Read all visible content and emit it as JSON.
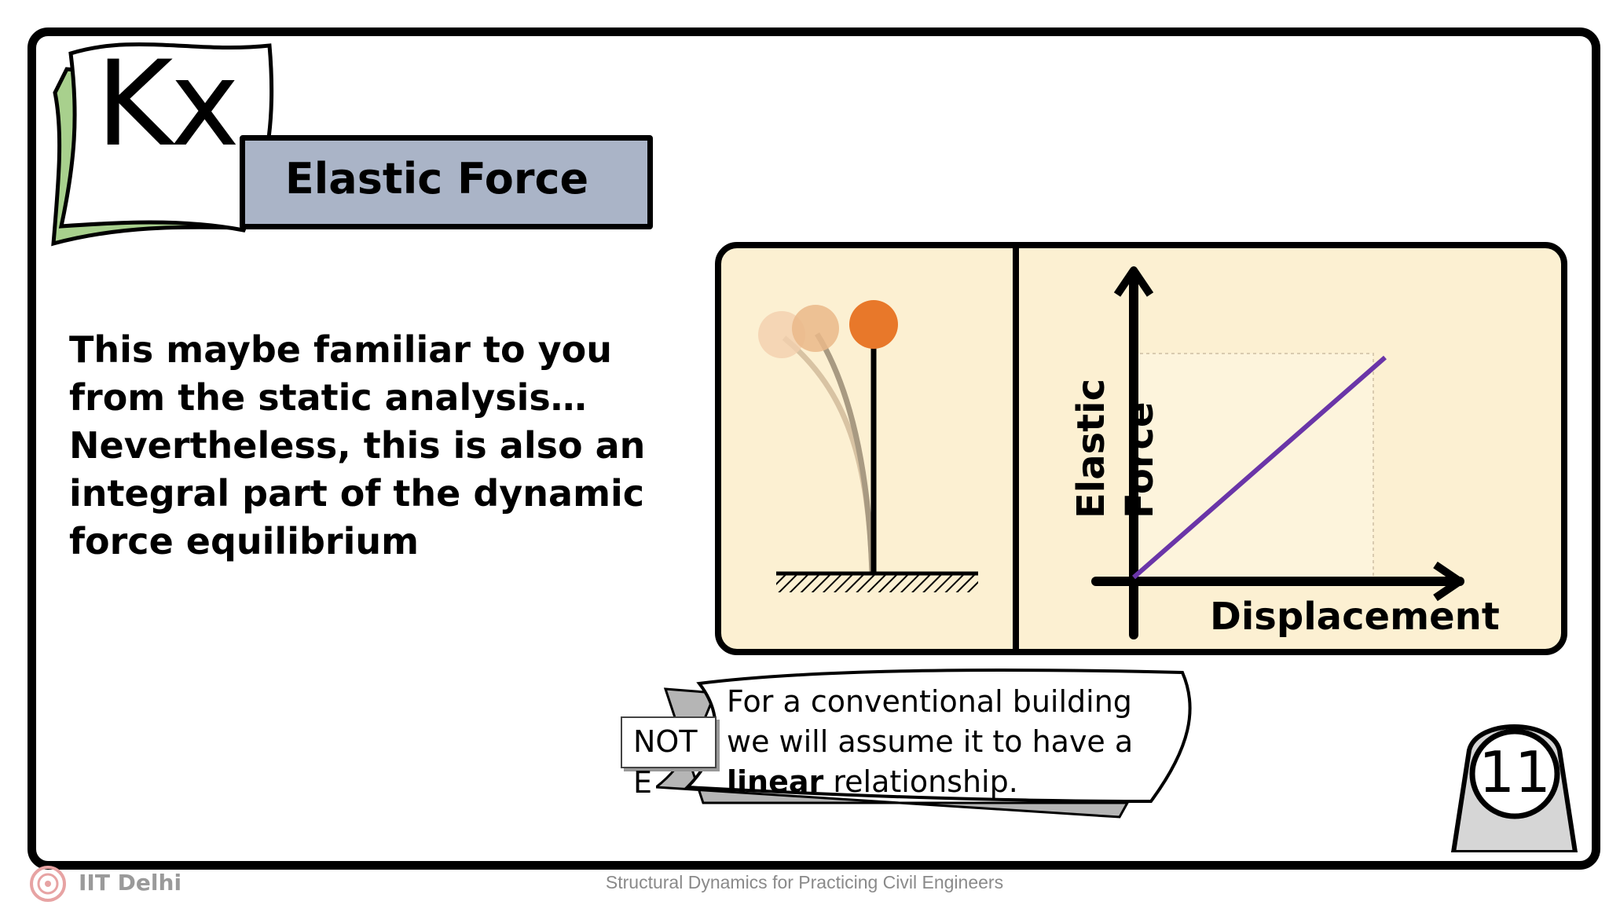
{
  "slide": {
    "symbol": "Kx",
    "title": "Elastic Force",
    "body": "This maybe familiar to you from the static analysis… Nevertheless, this is also an integral part of the dynamic force equilibrium",
    "page_number": "11"
  },
  "figure": {
    "y_axis_label": "Elastic Force",
    "x_axis_label": "Displacement",
    "line_color": "#6a35a8",
    "background_color": "#fcf0d2",
    "ball_color": "#e8782a"
  },
  "note": {
    "tag": "NOTE",
    "text_before": "For a conventional building we will assume it to have a",
    "text_bold": "linear",
    "text_after": "relationship."
  },
  "footer": {
    "institution": "IIT Delhi",
    "course": "Structural Dynamics for Practicing Civil Engineers"
  }
}
